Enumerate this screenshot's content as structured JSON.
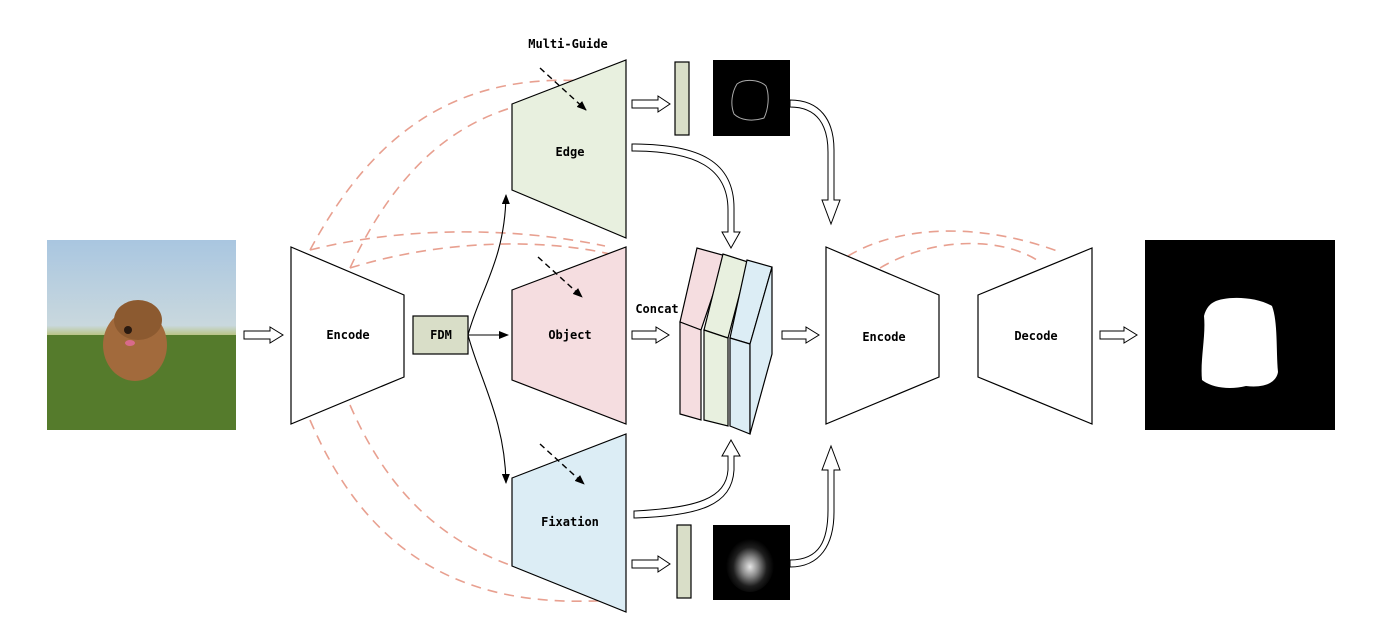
{
  "diagram": {
    "labels": {
      "multi_guide": "Multi-Guide",
      "encoder_left": "Encode",
      "fdm": "FDM",
      "edge": "Edge",
      "object": "Object",
      "fixation": "Fixation",
      "concat": "Concat",
      "encoder_right": "Encode",
      "decoder": "Decode"
    },
    "colors": {
      "edge_fill": "#e8f0df",
      "object_fill": "#f5dde0",
      "fixation_fill": "#dcedf5",
      "fdm_fill": "#d9dec8",
      "feature_bar_fill": "#d9dec8",
      "skip_connection": "#e8a090"
    },
    "images": {
      "input": "dog-photo",
      "edge_map": "edge-map",
      "fixation_map": "fixation-heatmap",
      "output": "saliency-mask"
    }
  }
}
